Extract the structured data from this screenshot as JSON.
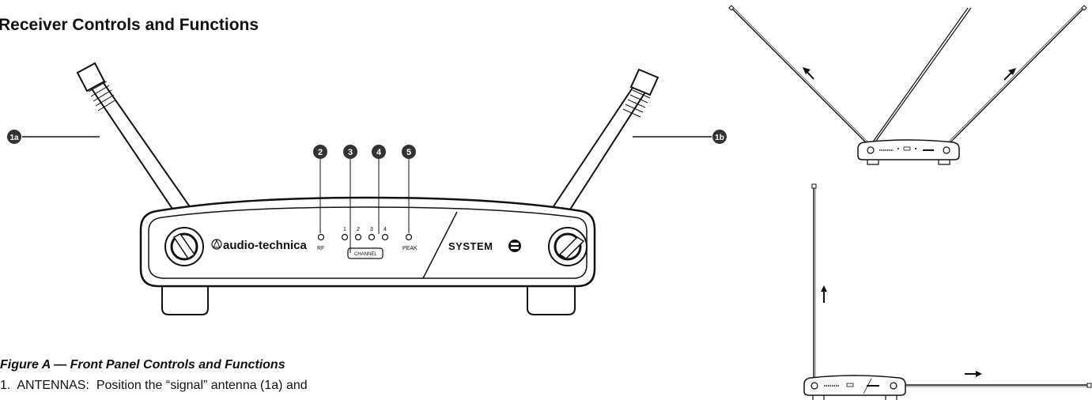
{
  "heading": "Receiver Controls and Functions",
  "caption": "Figure A — Front Panel Controls and Functions",
  "body_line": "1.  ANTENNAS:  Position the “signal” antenna (1a) and",
  "callouts": {
    "c1a": "1a",
    "c1b": "1b",
    "c2": "2",
    "c3": "3",
    "c4": "4",
    "c5": "5"
  },
  "panel": {
    "brand": "audio-technica",
    "rf": "RF",
    "ch1": "1",
    "ch2": "2",
    "ch3": "3",
    "ch4": "4",
    "channel": "CHANNEL",
    "peak": "PEAK",
    "system": "SYSTEM"
  }
}
